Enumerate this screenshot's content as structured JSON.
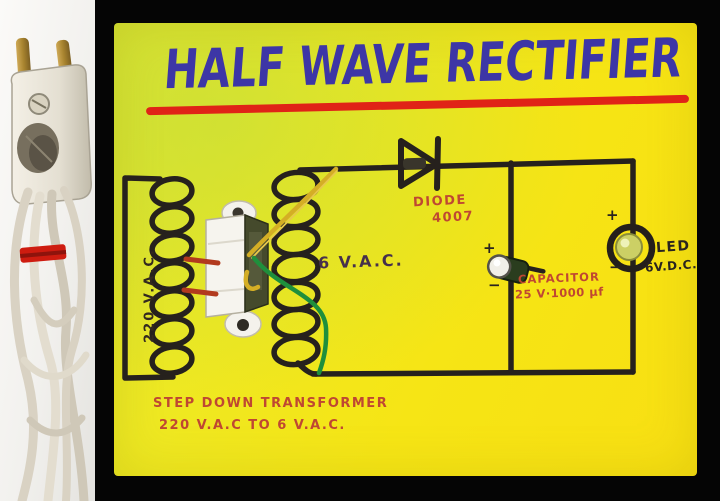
{
  "photo": {
    "title": "HALF WAVE RECTIFIER",
    "board": {
      "primary_voltage": "220 V.A.C.",
      "secondary_voltage": "6 V.A.C.",
      "diode_label": "DIODE",
      "diode_value": "4007",
      "capacitor_label": "CAPACITOR",
      "capacitor_value": "25 V·1000 μf",
      "capacitor_plus": "+",
      "capacitor_minus": "−",
      "led_label": "LED",
      "led_value": "6V.D.C.",
      "led_plus": "+",
      "led_minus": "−",
      "caption_line1": "STEP DOWN TRANSFORMER",
      "caption_line2": "220 V.A.C TO 6 V.A.C."
    },
    "colors": {
      "board_yellow": "#f2e51c",
      "title_blue": "#3d36a6",
      "underline_red": "#e02317",
      "ink_black": "#2e2721",
      "ink_red": "#bf4732",
      "wire_green": "#1f8f3c",
      "wire_yellow": "#d6b028",
      "backdrop_black": "#050505",
      "backdrop_white": "#f5f4f1"
    }
  }
}
